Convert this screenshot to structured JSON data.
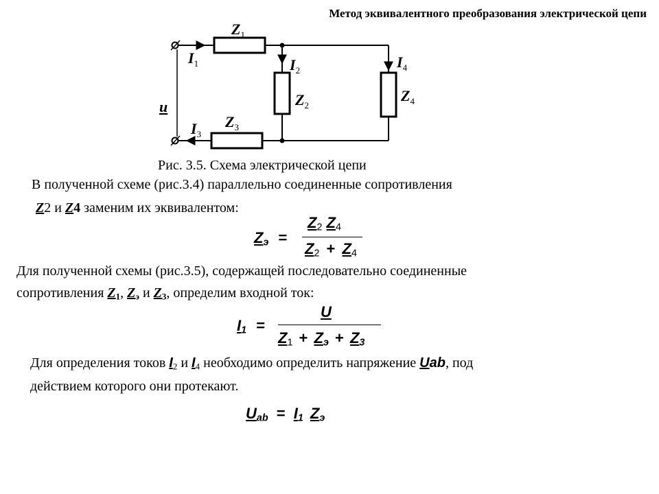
{
  "header": {
    "title": "Метод эквивалентного преобразования электрической цепи"
  },
  "circuit": {
    "labels": {
      "z1": "Z",
      "z1_sub": "1",
      "z2": "Z",
      "z2_sub": "2",
      "z3": "Z",
      "z3_sub": "3",
      "z4": "Z",
      "z4_sub": "4",
      "i1": "I",
      "i1_sub": "1",
      "i2": "I",
      "i2_sub": "2",
      "i3": "I",
      "i3_sub": "3",
      "i4": "I",
      "i4_sub": "4",
      "u": "u"
    },
    "caption": "Рис. 3.5. Схема электрической цепи"
  },
  "text": {
    "p1_line1": "В полученной схеме (рис.3.4) параллельно соединенные сопротивления",
    "p1_z2": "Z",
    "p1_z2_num": "2",
    "p1_and": " и ",
    "p1_z4": "Z",
    "p1_z4_num": "4",
    "p1_rest": " заменим их эквивалентом:",
    "p2_line1": "Для полученной схемы (рис.3.5), содержащей последовательно соединенные",
    "p2_line2_a": "сопротивления ",
    "p2_z1": "Z",
    "p2_z1_sub": "1",
    "p2_comma": ", ",
    "p2_ze": "Z",
    "p2_ze_sub": "э",
    "p2_and": " и ",
    "p2_z3": "Z",
    "p2_z3_sub": "3",
    "p2_rest": ", определим входной ток:",
    "p3_a": "Для определения токов ",
    "p3_i2": "I",
    "p3_i2_sub": "2",
    "p3_and": " и ",
    "p3_i4": "I",
    "p3_i4_sub": "4",
    "p3_b": " необходимо определить напряжение ",
    "p3_u": "U",
    "p3_u_sub": "ab",
    "p3_c": ", под",
    "p3_line2": "действием которого они протекают."
  },
  "formula1": {
    "lhs": "Z",
    "lhs_sub": "э",
    "eq": "=",
    "num_a": "Z",
    "num_a_sub": "2",
    "num_b": "Z",
    "num_b_sub": "4",
    "den_a": "Z",
    "den_a_sub": "2",
    "den_op": "+",
    "den_b": "Z",
    "den_b_sub": "4"
  },
  "formula2": {
    "lhs": "I",
    "lhs_sub": "1",
    "eq": "=",
    "num": "U",
    "den_a": "Z",
    "den_a_sub": "1",
    "op1": "+",
    "den_b": "Z",
    "den_b_sub": "э",
    "op2": "+",
    "den_c": "Z",
    "den_c_sub": "3"
  },
  "formula3": {
    "lhs": "U",
    "lhs_sub": "ab",
    "eq": "=",
    "a": "I",
    "a_sub": "1",
    "b": "Z",
    "b_sub": "э"
  }
}
